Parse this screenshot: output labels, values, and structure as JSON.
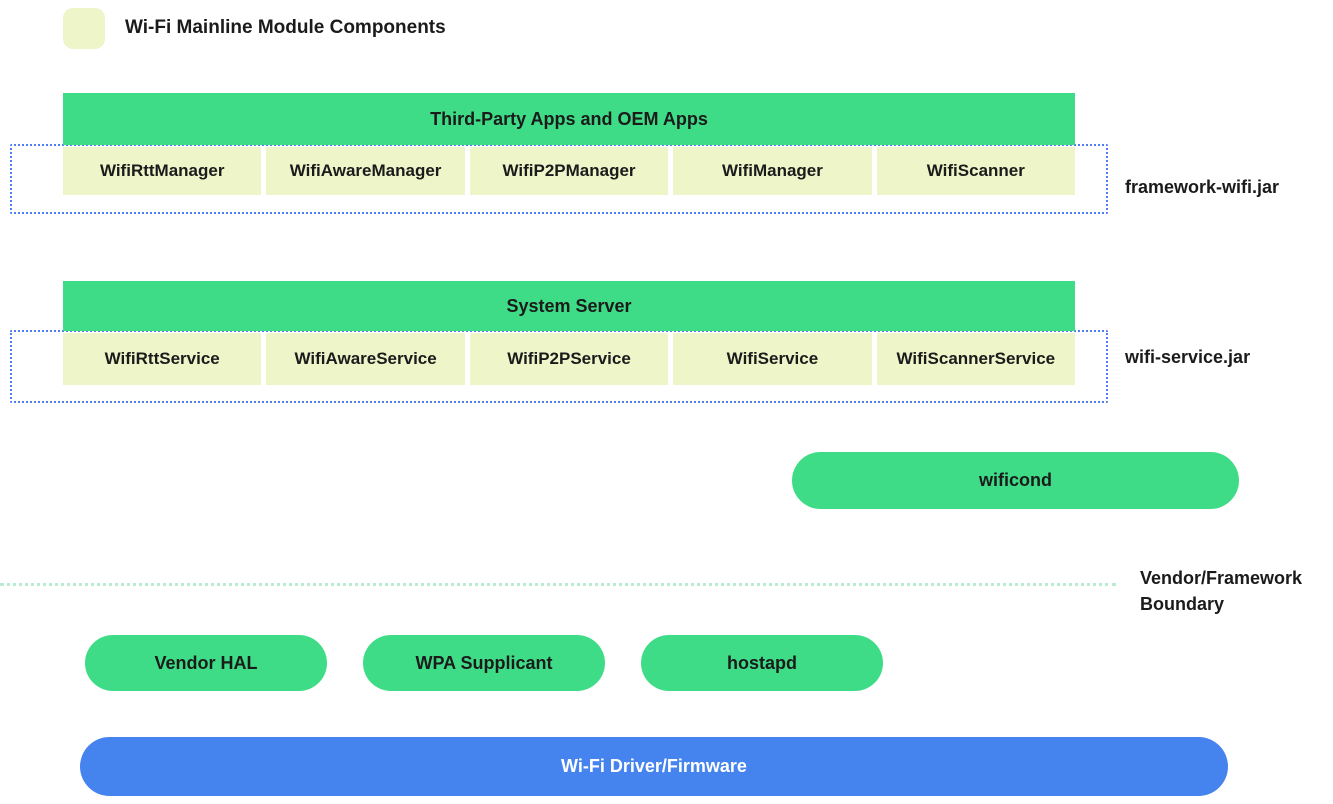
{
  "legend": {
    "title": "Wi-Fi Mainline Module Components"
  },
  "colors": {
    "module_green": "#3edc86",
    "mainline_pale_yellow": "#edf5c9",
    "dotted_outline_blue": "#4e7df6",
    "boundary_dotted_green": "#b9ead2",
    "driver_blue": "#4583ee",
    "text_black": "#1b1b1b",
    "text_white": "#ffffff"
  },
  "framework_group": {
    "header": "Third-Party Apps and OEM Apps",
    "boxes": [
      "WifiRttManager",
      "WifiAwareManager",
      "WifiP2PManager",
      "WifiManager",
      "WifiScanner"
    ],
    "label": "framework-wifi.jar"
  },
  "service_group": {
    "header": "System Server",
    "boxes": [
      "WifiRttService",
      "WifiAwareService",
      "WifiP2PService",
      "WifiService",
      "WifiScannerService"
    ],
    "label": "wifi-service.jar"
  },
  "wificond": {
    "label": "wificond"
  },
  "boundary": {
    "label": "Vendor/Framework Boundary"
  },
  "vendor_pills": [
    "Vendor HAL",
    "WPA Supplicant",
    "hostapd"
  ],
  "driver": {
    "label": "Wi-Fi Driver/Firmware"
  }
}
